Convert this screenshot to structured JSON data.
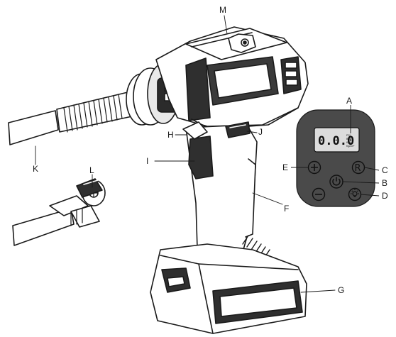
{
  "callouts": {
    "A": "A",
    "B": "B",
    "C": "C",
    "D": "D",
    "E": "E",
    "F": "F",
    "G": "G",
    "H": "H",
    "I": "I",
    "J": "J",
    "K": "K",
    "L": "L",
    "M": "M"
  },
  "panel": {
    "display_value": "0.0.0",
    "units": [
      "PSI",
      "BAR",
      "KPA",
      "Kg/cm²"
    ],
    "buttons": {
      "plus": "+",
      "minus": "−",
      "mode": "R"
    }
  },
  "colors": {
    "line": "#1a1a1a",
    "tool_body": "#ffffff",
    "panel_bg": "#4a4a4a",
    "lcd_bg": "#dcdcdc"
  },
  "icons": [
    "power-icon",
    "light-icon",
    "plus-icon",
    "minus-icon",
    "mode-r-icon"
  ]
}
